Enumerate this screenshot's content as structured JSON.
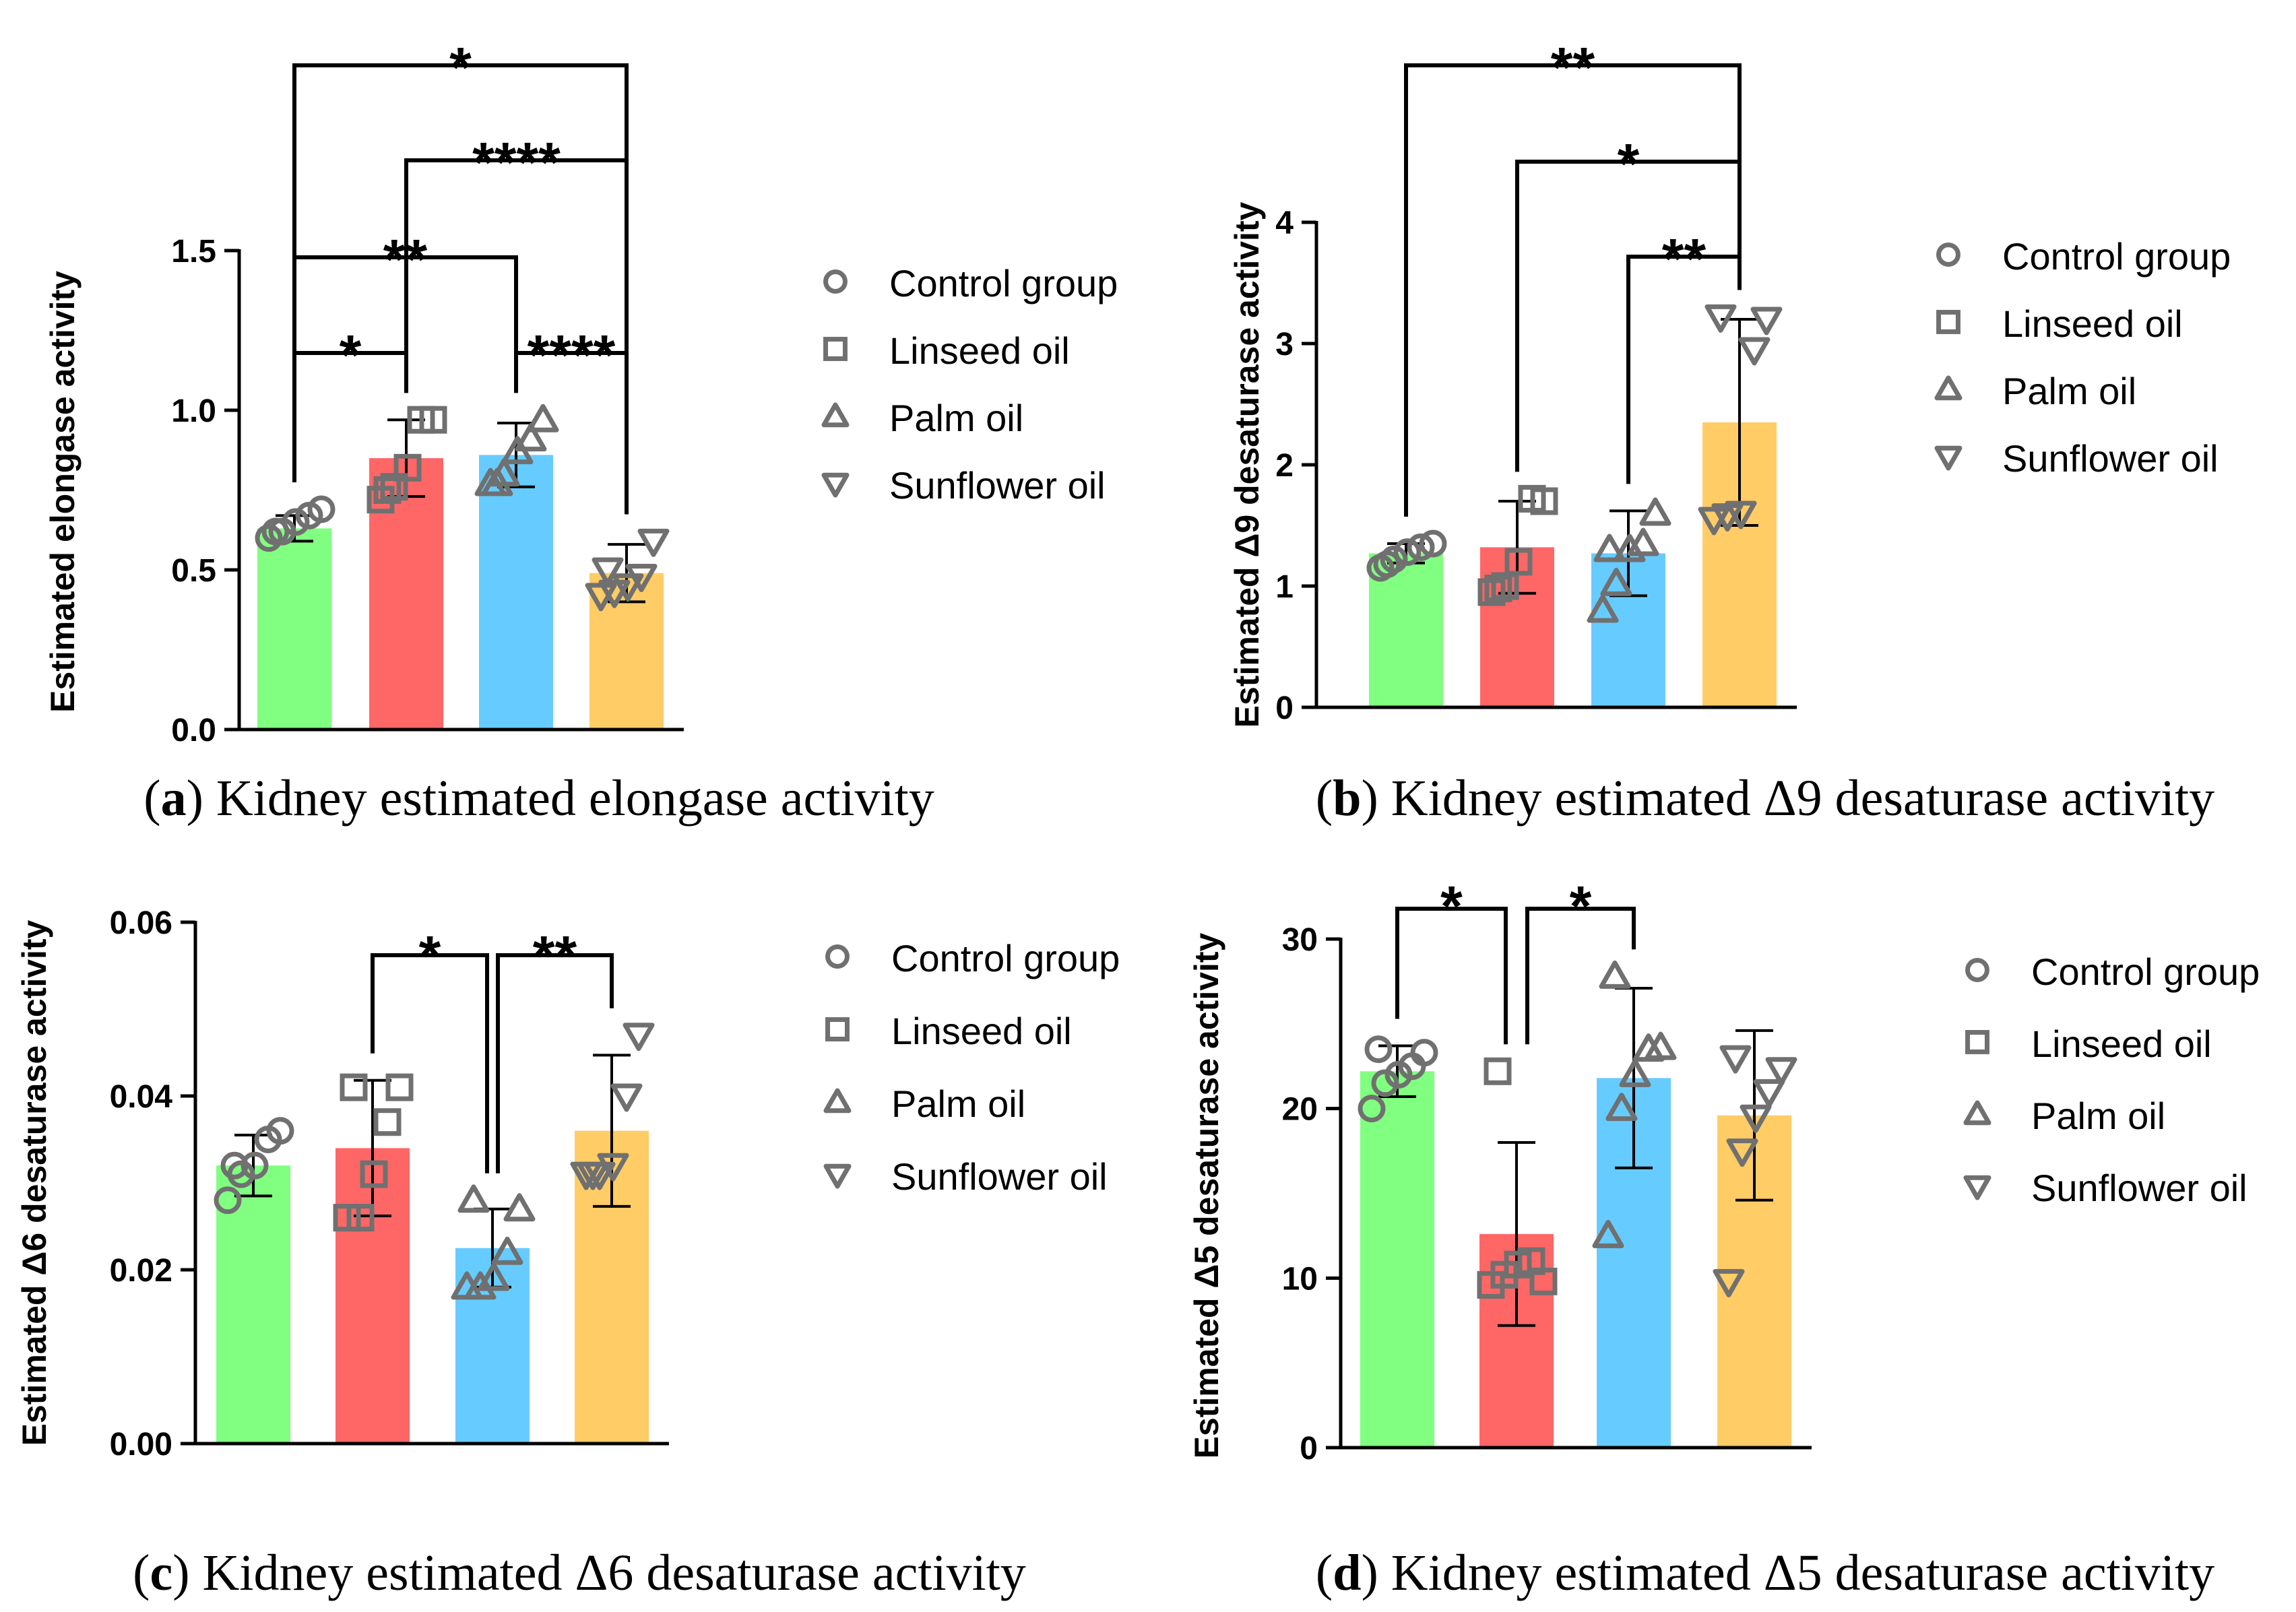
{
  "chart_data": [
    {
      "type": "bar",
      "panel_letter": "a",
      "caption": "Kidney estimated elongase activity",
      "ylabel": "Estimated elongase activity",
      "ylim": [
        0,
        1.5
      ],
      "yticks": [
        "0.0",
        "0.5",
        "1.0",
        "1.5"
      ],
      "categories": [
        "Control group",
        "Linseed oil",
        "Palm oil",
        "Sunflower oil"
      ],
      "means": [
        0.63,
        0.85,
        0.86,
        0.49
      ],
      "sd": [
        0.04,
        0.12,
        0.1,
        0.09
      ],
      "points": [
        [
          0.6,
          0.62,
          0.65,
          0.67,
          0.69,
          0.62
        ],
        [
          0.72,
          0.76,
          0.82,
          0.97,
          0.97,
          0.75
        ],
        [
          0.77,
          0.8,
          0.87,
          0.91,
          0.97,
          0.77
        ],
        [
          0.42,
          0.43,
          0.45,
          0.48,
          0.59,
          0.5
        ]
      ],
      "comparisons": [
        {
          "from": 0,
          "to": 1,
          "label": "*"
        },
        {
          "from": 0,
          "to": 2,
          "label": "**"
        },
        {
          "from": 2,
          "to": 3,
          "label": "****"
        },
        {
          "from": 1,
          "to": 3,
          "label": "****"
        },
        {
          "from": 0,
          "to": 3,
          "label": "*"
        }
      ]
    },
    {
      "type": "bar",
      "panel_letter": "b",
      "caption": "Kidney estimated Δ9 desaturase activity",
      "ylabel": "Estimated Δ9 desaturase activity",
      "ylim": [
        0,
        4
      ],
      "yticks": [
        "0",
        "1",
        "2",
        "3",
        "4"
      ],
      "categories": [
        "Control group",
        "Linseed oil",
        "Palm oil",
        "Sunflower oil"
      ],
      "means": [
        1.27,
        1.32,
        1.27,
        2.35
      ],
      "sd": [
        0.08,
        0.38,
        0.35,
        0.85
      ],
      "points": [
        [
          1.15,
          1.22,
          1.28,
          1.32,
          1.35,
          1.18
        ],
        [
          0.95,
          1.0,
          1.2,
          1.72,
          1.7,
          0.98
        ],
        [
          0.8,
          1.02,
          1.3,
          1.35,
          1.6,
          1.3
        ],
        [
          1.55,
          1.58,
          1.6,
          2.95,
          3.2,
          3.22
        ]
      ],
      "comparisons": [
        {
          "from": 2,
          "to": 3,
          "label": "**"
        },
        {
          "from": 1,
          "to": 3,
          "label": "*"
        },
        {
          "from": 0,
          "to": 3,
          "label": "**"
        }
      ]
    },
    {
      "type": "bar",
      "panel_letter": "c",
      "caption": "Kidney estimated Δ6 desaturase activity",
      "ylabel": "Estimated Δ6 desaturase activity",
      "ylim": [
        0,
        0.06
      ],
      "yticks": [
        "0.00",
        "0.02",
        "0.04",
        "0.06"
      ],
      "categories": [
        "Control group",
        "Linseed oil",
        "Palm oil",
        "Sunflower oil"
      ],
      "means": [
        0.032,
        0.034,
        0.0225,
        0.036
      ],
      "sd": [
        0.0035,
        0.0078,
        0.0045,
        0.0087
      ],
      "points": [
        [
          0.028,
          0.031,
          0.032,
          0.035,
          0.036,
          0.032
        ],
        [
          0.026,
          0.026,
          0.031,
          0.037,
          0.041,
          0.041
        ],
        [
          0.018,
          0.018,
          0.019,
          0.022,
          0.027,
          0.028
        ],
        [
          0.031,
          0.031,
          0.032,
          0.04,
          0.047,
          0.031
        ]
      ],
      "comparisons": [
        {
          "from": 1,
          "to": 2,
          "label": "*"
        },
        {
          "from": 2,
          "to": 3,
          "label": "**"
        }
      ]
    },
    {
      "type": "bar",
      "panel_letter": "d",
      "caption": "Kidney estimated Δ5 desaturase activity",
      "ylabel": "Estimated Δ5 desaturase activity",
      "ylim": [
        0,
        30
      ],
      "yticks": [
        "0",
        "10",
        "20",
        "30"
      ],
      "categories": [
        "Control group",
        "Linseed oil",
        "Palm oil",
        "Sunflower oil"
      ],
      "means": [
        22.2,
        12.6,
        21.8,
        19.6
      ],
      "sd": [
        1.5,
        5.4,
        5.3,
        5.0
      ],
      "points": [
        [
          20.0,
          21.5,
          22.0,
          22.5,
          23.3,
          23.5
        ],
        [
          9.6,
          10.2,
          10.8,
          11.0,
          9.8,
          22.2
        ],
        [
          12.5,
          20.0,
          22.0,
          23.5,
          23.6,
          27.8
        ],
        [
          9.8,
          17.5,
          19.5,
          21.0,
          22.3,
          23.0
        ]
      ],
      "comparisons": [
        {
          "from": 0,
          "to": 1,
          "label": "*"
        },
        {
          "from": 1,
          "to": 2,
          "label": "*"
        }
      ]
    }
  ],
  "legend": [
    "Control group",
    "Linseed oil",
    "Palm oil",
    "Sunflower oil"
  ],
  "colors": {
    "bars": [
      "#80FF80",
      "#FF6666",
      "#66CCFF",
      "#FFCC66"
    ],
    "marker": "#707070",
    "axis": "#000000"
  },
  "markers": [
    "circle-icon",
    "square-icon",
    "triangle-up-icon",
    "triangle-down-icon"
  ]
}
